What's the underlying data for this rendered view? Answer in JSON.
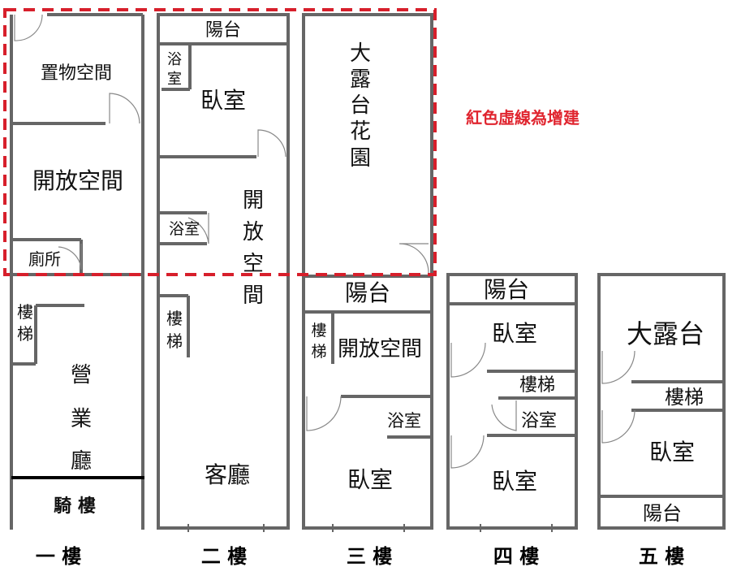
{
  "note": "紅色虛線為增建",
  "floors": {
    "f1": {
      "label": "一 樓",
      "rooms": {
        "storage": "置物空間",
        "open_space": "開放空間",
        "toilet": "廁所",
        "stairs": [
          "樓",
          "梯"
        ],
        "shop_hall": [
          "營",
          "業",
          "廳"
        ],
        "arcade": "騎 樓"
      }
    },
    "f2": {
      "label": "二 樓",
      "rooms": {
        "balcony": "陽台",
        "bath_top": [
          "浴",
          "室"
        ],
        "bedroom": "臥室",
        "bath": "浴室",
        "open_space": [
          "開",
          "放",
          "空",
          "間"
        ],
        "stairs": [
          "樓",
          "梯"
        ],
        "living": "客廳"
      }
    },
    "f3": {
      "label": "三 樓",
      "rooms": {
        "terrace_garden": [
          "大",
          "露",
          "台",
          "花",
          "園"
        ],
        "balcony": "陽台",
        "stairs": [
          "樓",
          "梯"
        ],
        "open_space": "開放空間",
        "bath": "浴室",
        "bedroom": "臥室"
      }
    },
    "f4": {
      "label": "四 樓",
      "rooms": {
        "balcony": "陽台",
        "bedroom_top": "臥室",
        "stairs": "樓梯",
        "bath": "浴室",
        "bedroom_bottom": "臥室"
      }
    },
    "f5": {
      "label": "五 樓",
      "rooms": {
        "terrace": "大露台",
        "stairs": "樓梯",
        "bedroom": "臥室",
        "balcony": "陽台"
      }
    }
  }
}
